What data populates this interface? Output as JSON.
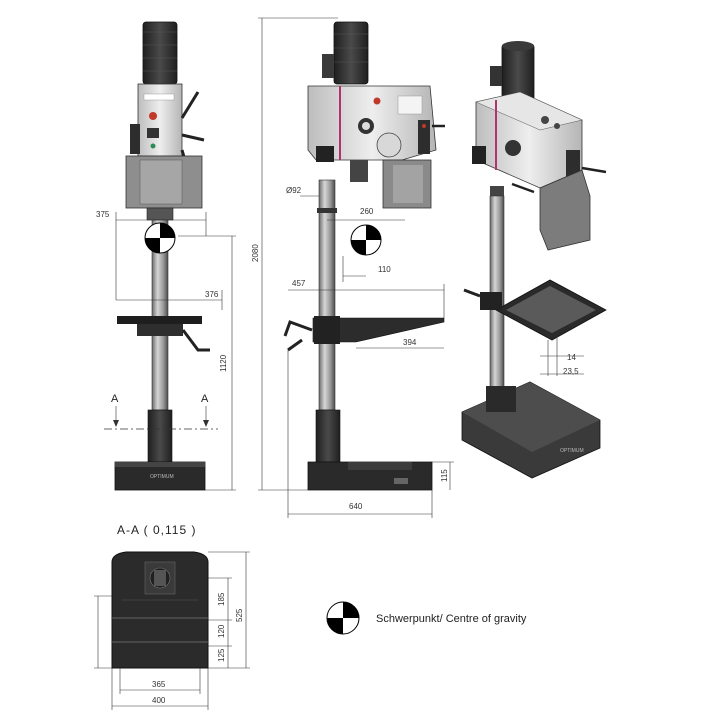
{
  "dimensions": {
    "d375": "375",
    "d376": "376",
    "d1120": "1120",
    "d2080": "2080",
    "d92": "Ø92",
    "d260": "260",
    "d110": "110",
    "d457": "457",
    "d394": "394",
    "d115": "115",
    "d640": "640",
    "d14": "14",
    "d23_5": "23,5",
    "d185": "185",
    "d120": "120",
    "d125": "125",
    "d525": "525",
    "d365": "365",
    "d400": "400"
  },
  "section": {
    "marker_left": "A",
    "marker_right": "A",
    "title": "A-A ( 0,115 )"
  },
  "legend": {
    "text": "Schwerpunkt/ Centre of gravity"
  },
  "branding": {
    "logo_front": "OPTIMUM",
    "logo_iso": "OPTIMUM"
  },
  "colors": {
    "body": "#d8d8d8",
    "dark": "#2b2b2b",
    "accent": "#b0326e"
  }
}
